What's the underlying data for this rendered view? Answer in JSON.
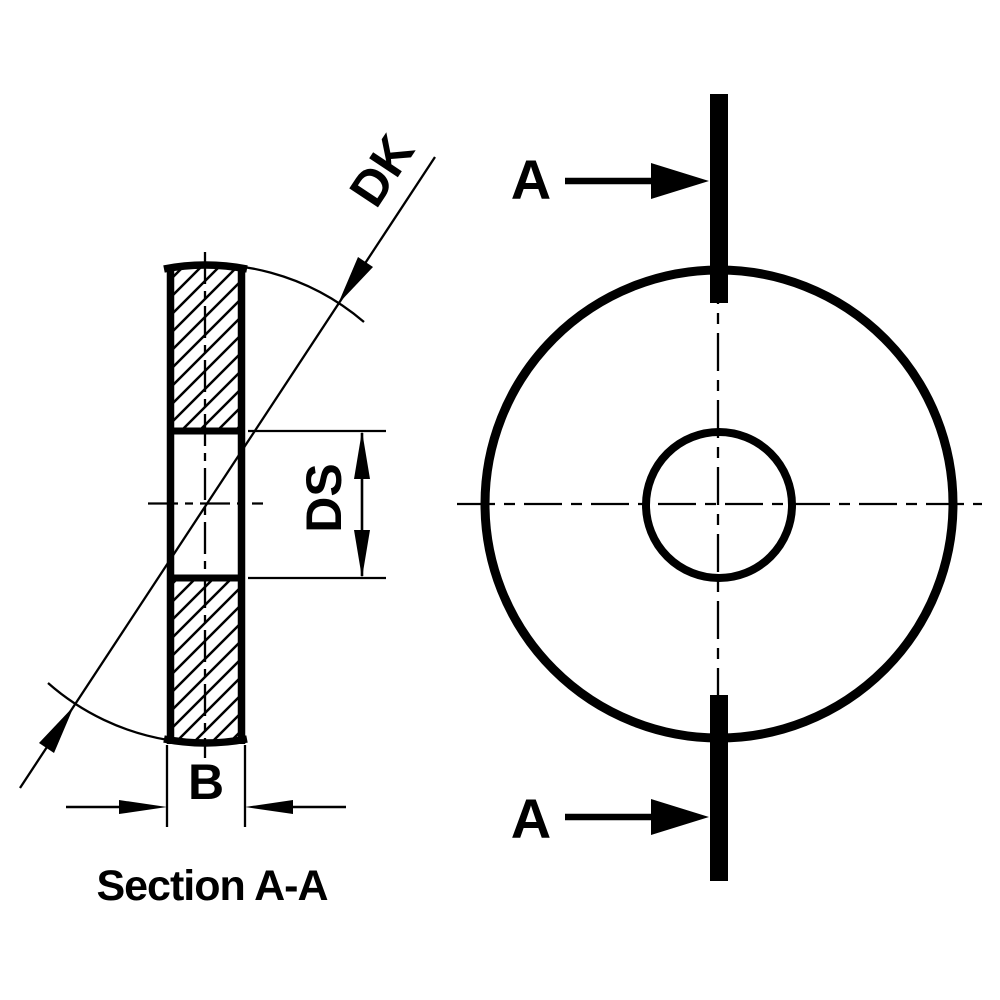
{
  "colors": {
    "background": "#ffffff",
    "ink": "#000000"
  },
  "section_view": {
    "caption": "Section A-A",
    "outer_diameter_label": "DK",
    "hole_diameter_label": "DS",
    "thickness_label": "B"
  },
  "front_view": {
    "cut_label_top": "A",
    "cut_label_bottom": "A"
  }
}
